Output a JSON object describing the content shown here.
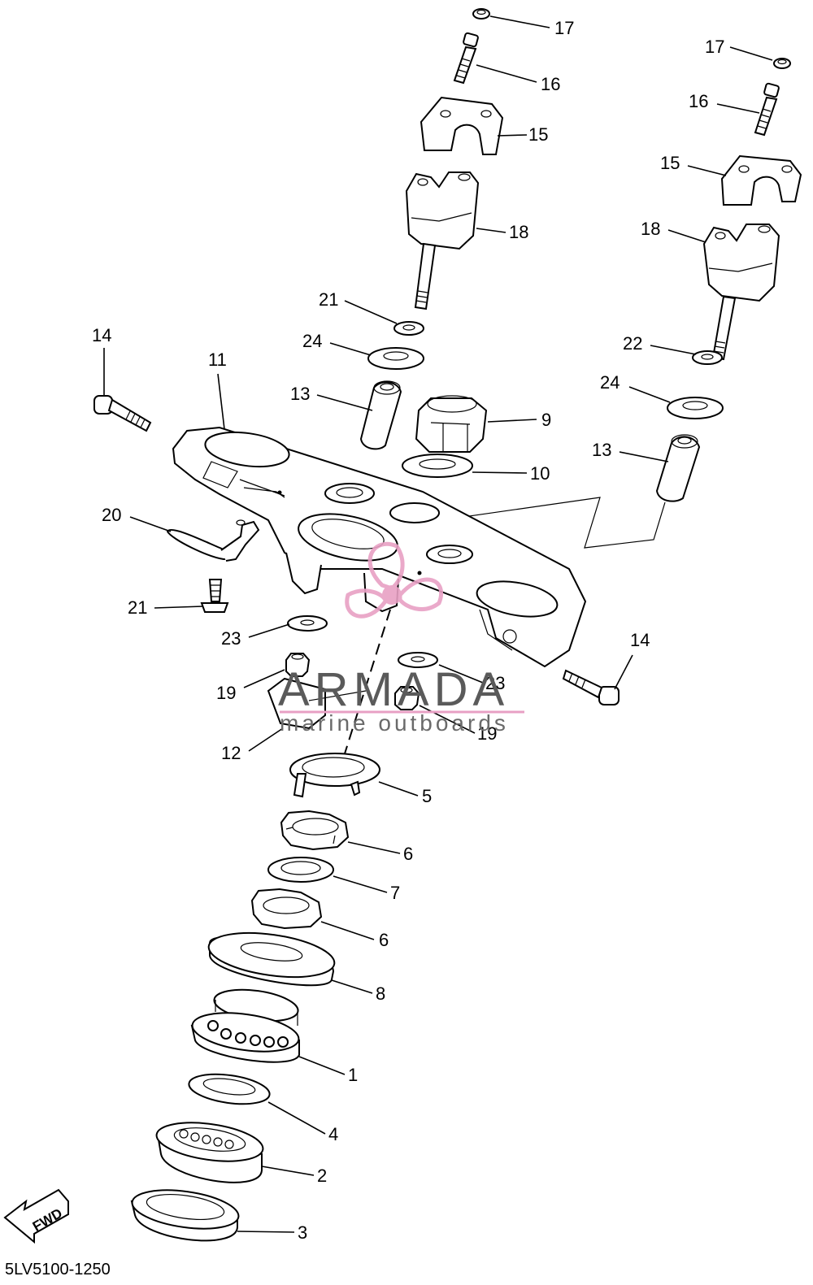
{
  "drawing_code": "5LV5100-1250",
  "fwd_label": "FWD",
  "watermark": {
    "brand": "ARMADA",
    "tagline": "marine outboards",
    "logo_color": "#e8a0c4",
    "text_color": "#5a5a5a"
  },
  "callouts": [
    {
      "label": "17"
    },
    {
      "label": "16"
    },
    {
      "label": "15"
    },
    {
      "label": "18"
    },
    {
      "label": "17"
    },
    {
      "label": "16"
    },
    {
      "label": "15"
    },
    {
      "label": "18"
    },
    {
      "label": "21"
    },
    {
      "label": "24"
    },
    {
      "label": "13"
    },
    {
      "label": "9"
    },
    {
      "label": "10"
    },
    {
      "label": "22"
    },
    {
      "label": "24"
    },
    {
      "label": "13"
    },
    {
      "label": "14"
    },
    {
      "label": "11"
    },
    {
      "label": "20"
    },
    {
      "label": "21"
    },
    {
      "label": "23"
    },
    {
      "label": "19"
    },
    {
      "label": "23"
    },
    {
      "label": "19"
    },
    {
      "label": "12"
    },
    {
      "label": "14"
    },
    {
      "label": "5"
    },
    {
      "label": "6"
    },
    {
      "label": "7"
    },
    {
      "label": "6"
    },
    {
      "label": "8"
    },
    {
      "label": "1"
    },
    {
      "label": "4"
    },
    {
      "label": "2"
    },
    {
      "label": "3"
    }
  ]
}
